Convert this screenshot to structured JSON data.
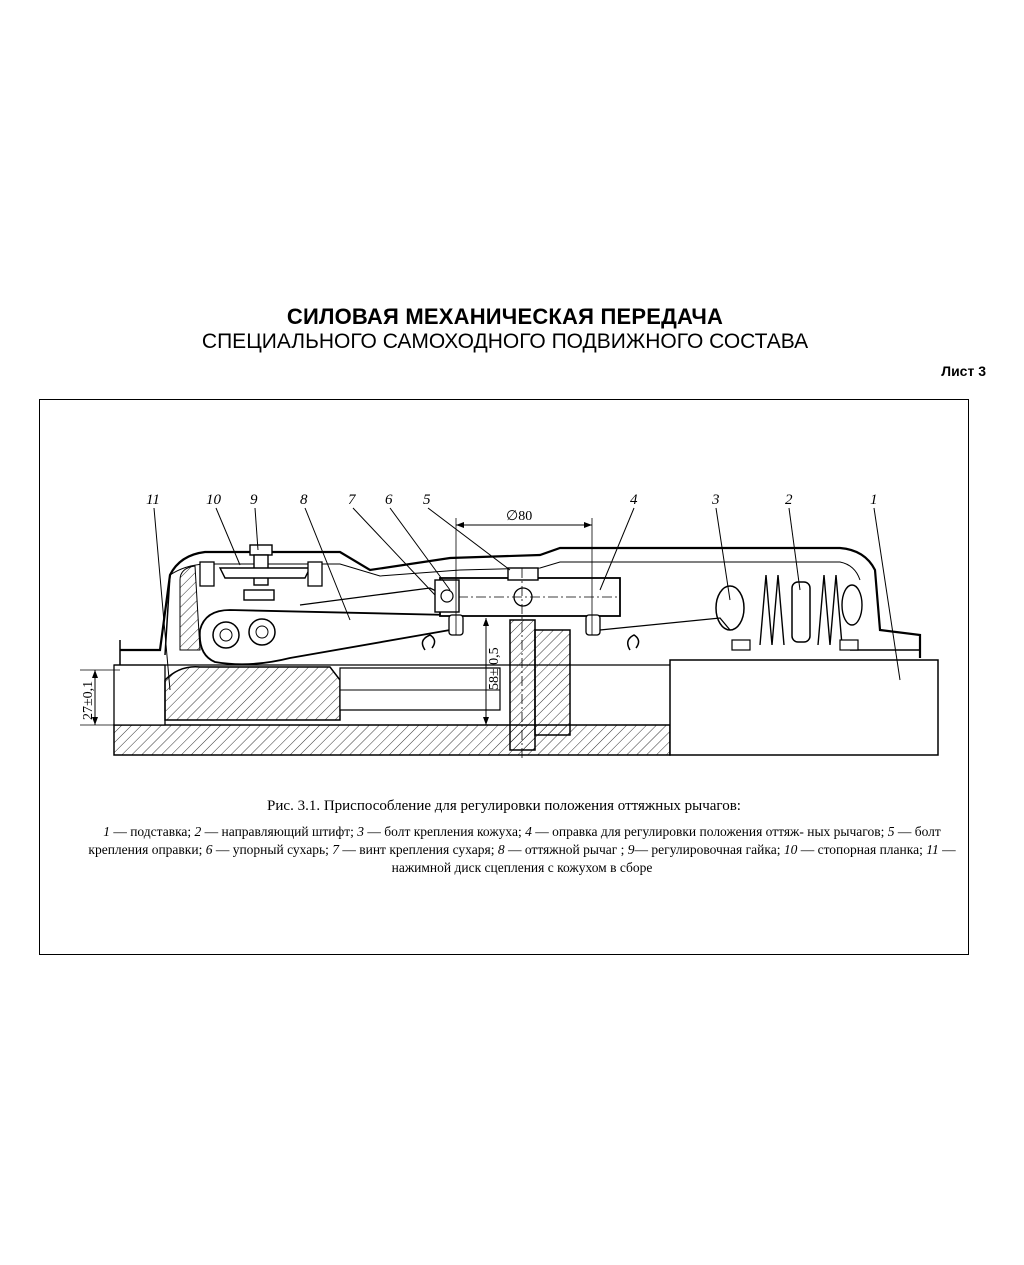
{
  "header": {
    "title": "СИЛОВАЯ МЕХАНИЧЕСКАЯ ПЕРЕДАЧА",
    "subtitle": "СПЕЦИАЛЬНОГО САМОХОДНОГО ПОДВИЖНОГО СОСТАВА",
    "sheet": "Лист 3"
  },
  "drawing": {
    "callouts": [
      "11",
      "10",
      "9",
      "8",
      "7",
      "6",
      "5",
      "4",
      "3",
      "2",
      "1"
    ],
    "dimensions": {
      "diameter": "∅80",
      "height_center": "58± 0,5",
      "height_left": "27±0,1"
    }
  },
  "caption": {
    "figure_title": "Рис. 3.1. Приспособление для регулировки положения оттяжных рычагов:",
    "items": [
      {
        "num": "1",
        "text": " — подставка; "
      },
      {
        "num": "2",
        "text": " — направляющий штифт; "
      },
      {
        "num": "3",
        "text": " — болт крепления кожуха; "
      },
      {
        "num": "4",
        "text": " — оправка для регулировки положения оттяж- ных рычагов; "
      },
      {
        "num": "5",
        "text": " — болт крепления оправки; "
      },
      {
        "num": "6",
        "text": " — упорный сухарь; "
      },
      {
        "num": "7",
        "text": " — винт крепления сухаря; "
      },
      {
        "num": "8",
        "text": " — оттяжной рычаг ; "
      },
      {
        "num": "9",
        "text": "— регулировочная гайка; "
      },
      {
        "num": "10",
        "text": " — стопорная планка; "
      },
      {
        "num": "11",
        "text": " — нажимной диск сцепления с кожухом в сборе"
      }
    ]
  }
}
